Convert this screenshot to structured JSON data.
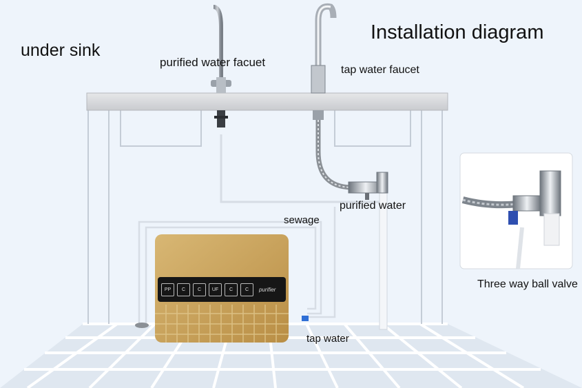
{
  "title": "Installation diagram",
  "labels": {
    "under_sink": "under sink",
    "purified_water_faucet": "purified water facuet",
    "tap_water_faucet": "tap water faucet",
    "purified_water": "purified water",
    "sewage": "sewage",
    "tap_water": "tap water",
    "three_way_ball_valve": "Three way ball valve"
  },
  "purifier_panel": {
    "buttons": [
      "PP",
      "C",
      "C",
      "UF",
      "C",
      "C"
    ],
    "brand": "purifier"
  },
  "colors": {
    "background": "#eef4fb",
    "sink_lines": "#c4ccd6",
    "floor_planks": "#ffffff",
    "purifier_body": "#c9a45e",
    "panel": "#161616"
  }
}
